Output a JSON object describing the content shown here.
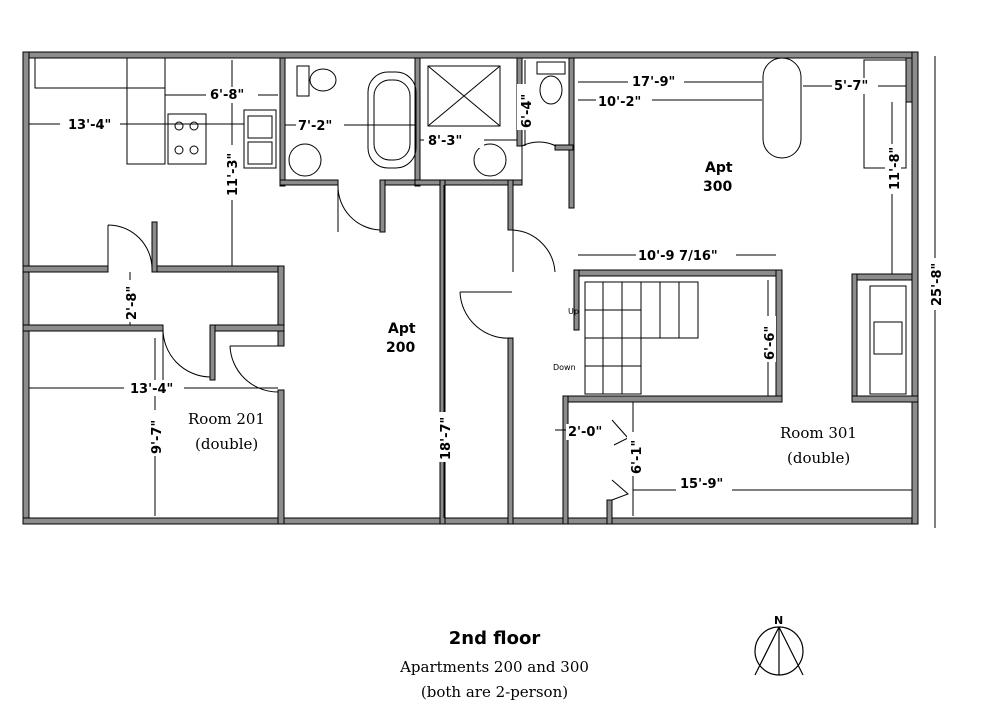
{
  "plan": {
    "title": "2nd floor",
    "subtitle": "Apartments 200 and 300",
    "note": "(both are 2-person)"
  },
  "labels": {
    "apt200": [
      "Apt",
      "200"
    ],
    "apt300": [
      "Apt",
      "300"
    ],
    "room201": [
      "Room 201",
      "(double)"
    ],
    "room301": [
      "Room 301",
      "(double)"
    ],
    "stair_up": "Up",
    "stair_down": "Down",
    "north": "N"
  },
  "dimensions": {
    "d_13_4_top": "13'-4\"",
    "d_6_8": "6'-8\"",
    "d_11_3": "11'-3\"",
    "d_7_2": "7'-2\"",
    "d_8_3": "8'-3\"",
    "d_6_4": "6'-4\"",
    "d_17_9": "17'-9\"",
    "d_10_2": "10'-2\"",
    "d_5_7": "5'-7\"",
    "d_11_8": "11'-8\"",
    "d_25_8": "25'-8\"",
    "d_10_9_7_16": "10'-9 7/16\"",
    "d_6_6": "6'-6\"",
    "d_2_8": "2'-8\"",
    "d_13_4_bottom": "13'-4\"",
    "d_9_7": "9'-7\"",
    "d_18_7": "18'-7\"",
    "d_2_0": "2'-0\"",
    "d_6_1": "6'-1\"",
    "d_15_9": "15'-9\""
  },
  "colors": {
    "wall": "#8c8c8c",
    "wall_outline": "#000000",
    "line": "#000000"
  }
}
